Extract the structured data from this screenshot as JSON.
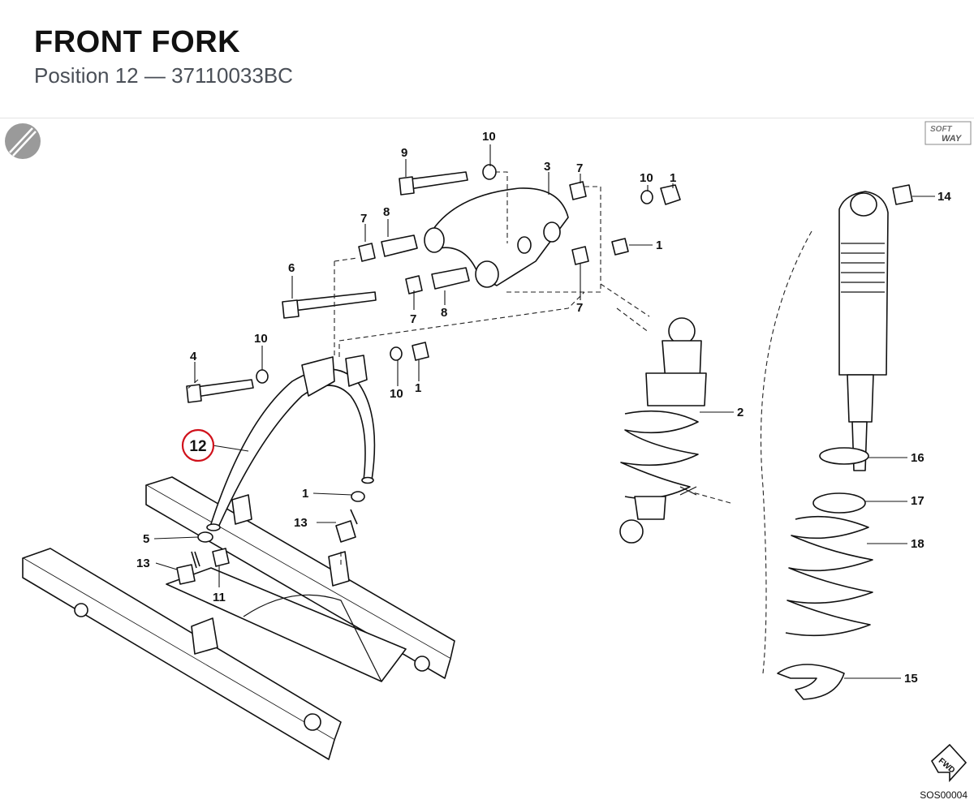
{
  "header": {
    "title": "FRONT FORK",
    "subtitle": "Position 12 — 37110033BC"
  },
  "diagram": {
    "highlighted_label": "12",
    "highlight_color": "#d0111b",
    "labels": [
      "9",
      "10",
      "3",
      "7",
      "10",
      "1",
      "7",
      "8",
      "1",
      "6",
      "7",
      "8",
      "7",
      "14",
      "4",
      "10",
      "10",
      "1",
      "2",
      "12",
      "16",
      "1",
      "17",
      "13",
      "5",
      "18",
      "13",
      "11",
      "15"
    ],
    "brand_logo": "SOFT WAY",
    "fwd_badge": "FWD",
    "drawing_code": "SOS00004"
  }
}
